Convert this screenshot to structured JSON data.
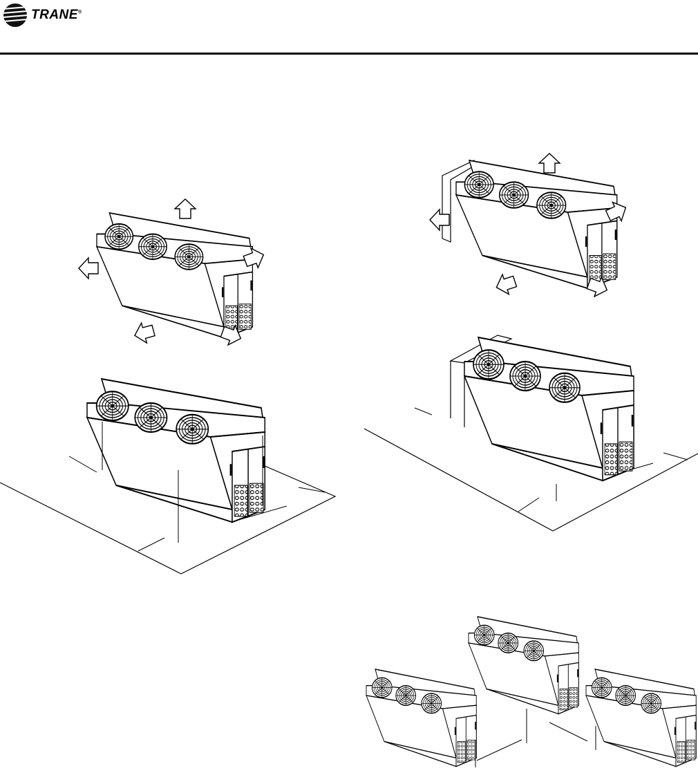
{
  "header": {
    "brand": "TRANE",
    "registered_mark": "®",
    "logo_icon": "trane-globe-icon"
  },
  "figures": [
    {
      "id": "airflow-single-left",
      "icon": "condensing-unit-airflow"
    },
    {
      "id": "clearance-single-left",
      "icon": "condensing-unit-clearance"
    },
    {
      "id": "airflow-wall-right",
      "icon": "condensing-unit-airflow-wall"
    },
    {
      "id": "clearance-wall-right",
      "icon": "condensing-unit-clearance-wall"
    },
    {
      "id": "multiple-units",
      "icon": "condensing-unit-multiple"
    }
  ]
}
